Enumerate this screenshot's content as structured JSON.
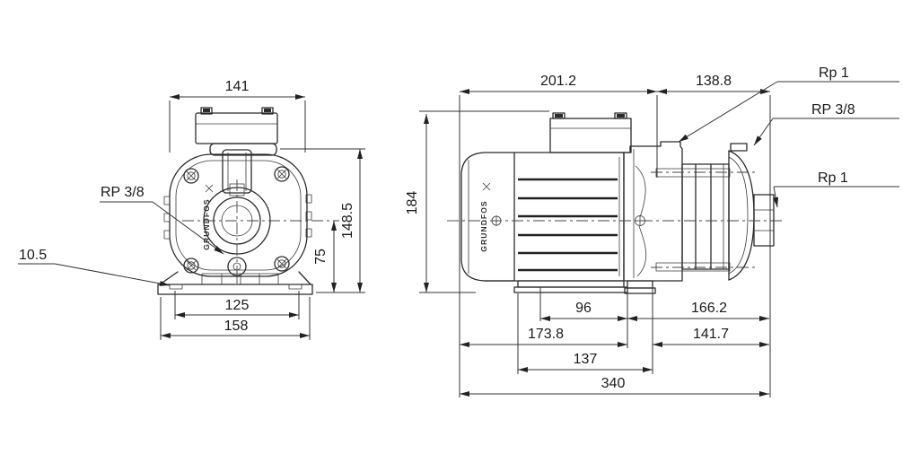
{
  "front_view": {
    "dim_width": "141",
    "dim_total_height": "148.5",
    "dim_center_height": "75",
    "dim_slot_spacing": "125",
    "dim_base_width": "158",
    "dim_base_plate_thickness": "10.5",
    "label_drain_port": "RP 3/8",
    "brand": "GRUNDFOS"
  },
  "side_view": {
    "dim_motor_section_length": "201.2",
    "dim_pump_section_length": "138.8",
    "dim_height": "184",
    "dim_foot_slot_spacing": "96",
    "dim_inlet_to_foot": "166.2",
    "dim_end_to_foot": "173.8",
    "dim_inlet_section": "141.7",
    "dim_foot_length": "137",
    "dim_total_length": "340",
    "label_outlet_port": "Rp 1",
    "label_vent_port": "RP 3/8",
    "label_inlet_port": "Rp 1",
    "brand": "GRUNDFOS"
  }
}
